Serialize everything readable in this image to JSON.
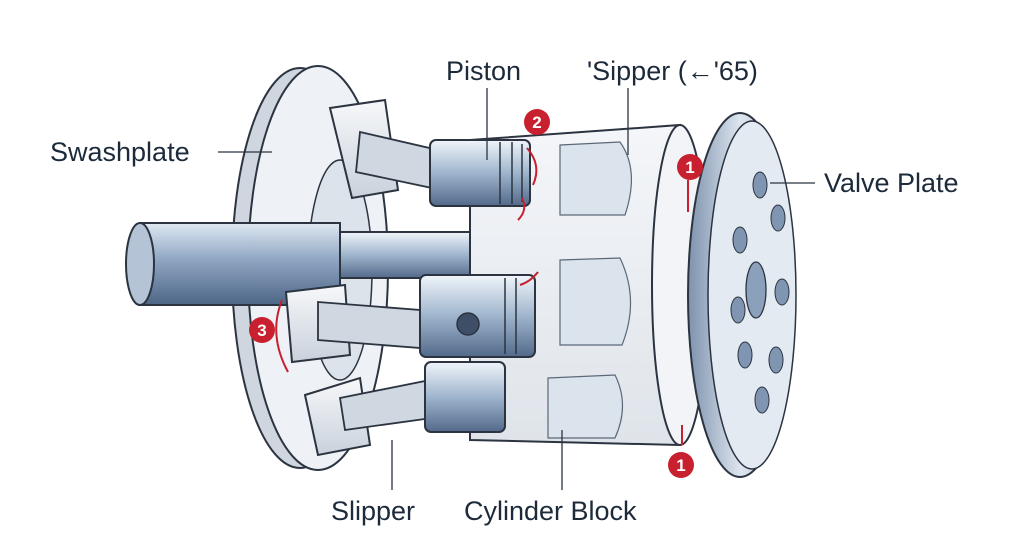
{
  "labels": {
    "swashplate": "Swashplate",
    "piston": "Piston",
    "slipper_top": "'Sipper (←'65)",
    "valve_plate": "Valve Plate",
    "slipper": "Slipper",
    "cylinder_block": "Cylinder Block"
  },
  "markers": {
    "top_right": "1",
    "bottom_right": "1",
    "top_piston": "2",
    "left": "3"
  },
  "colors": {
    "metal_dark": "#5a7394",
    "metal_mid": "#a9bdd3",
    "metal_light": "#e6edf5",
    "body": "#e9edf2",
    "outline": "#2b3440",
    "marker": "#c8202e",
    "text": "#1c2a3a"
  }
}
